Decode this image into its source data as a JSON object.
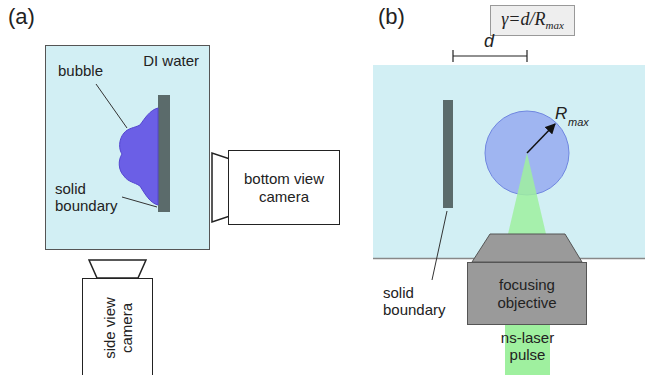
{
  "diagram": {
    "nodes": [
      {
        "text": [
          "DI water"
        ]
      },
      {
        "text": [
          "bottom view camera"
        ]
      },
      {
        "text": [
          "side view camera"
        ]
      },
      {
        "text": [
          "γ=d/R",
          "max"
        ]
      },
      {
        "text": [
          "focusing objective"
        ]
      }
    ],
    "labels": [
      "(a)",
      "(b)",
      "bubble",
      "solid boundary",
      "solid boundary",
      "d",
      "R",
      "max",
      "ns-laser pulse"
    ]
  }
}
